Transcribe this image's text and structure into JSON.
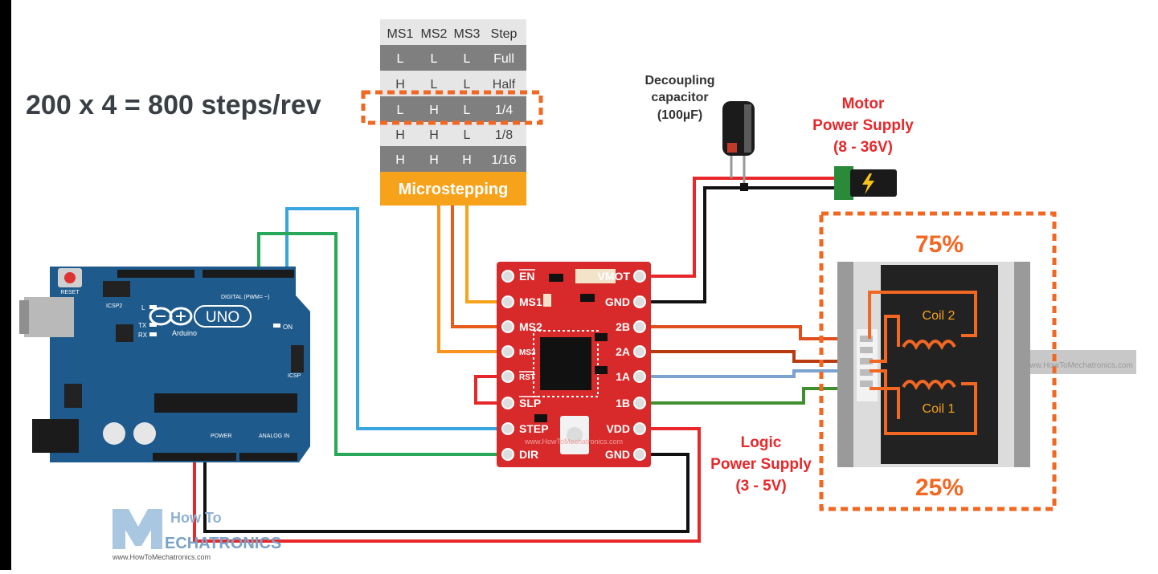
{
  "formula": "200 x 4 = 800 steps/rev",
  "microstep_table": {
    "headers": [
      "MS1",
      "MS2",
      "MS3",
      "Step"
    ],
    "rows": [
      [
        "L",
        "L",
        "L",
        "Full"
      ],
      [
        "H",
        "L",
        "L",
        "Half"
      ],
      [
        "L",
        "H",
        "L",
        "1/4"
      ],
      [
        "H",
        "H",
        "L",
        "1/8"
      ],
      [
        "H",
        "H",
        "H",
        "1/16"
      ]
    ],
    "highlighted_row": 2,
    "footer": "Microstepping"
  },
  "capacitor": {
    "line1": "Decoupling",
    "line2": "capacitor",
    "line3": "(100µF)"
  },
  "motor_supply": {
    "line1": "Motor",
    "line2": "Power Supply",
    "line3": "(8 - 36V)"
  },
  "logic_supply": {
    "line1": "Logic",
    "line2": "Power Supply",
    "line3": "(3 - 5V)"
  },
  "driver_pins": {
    "left": [
      "EN",
      "MS1",
      "MS2",
      "MS3",
      "RST",
      "SLP",
      "STEP",
      "DIR"
    ],
    "right": [
      "VMOT",
      "GND",
      "2B",
      "2A",
      "1A",
      "1B",
      "VDD",
      "GND"
    ]
  },
  "motor": {
    "coil2": "Coil 2",
    "coil1": "Coil 1",
    "top_pct": "75%",
    "bottom_pct": "25%"
  },
  "arduino": {
    "brand": "Arduino",
    "model": "UNO",
    "reset": "RESET",
    "icsp2": "ICSP2",
    "icsp": "ICSP",
    "digital": "DIGITAL (PWM= ~)",
    "power": "POWER",
    "analog": "ANALOG IN",
    "led_l": "L",
    "led_tx": "TX",
    "led_rx": "RX",
    "on": "ON"
  },
  "watermark": {
    "logo_top": "How To",
    "logo_bottom": "ECHATRONICS",
    "url": "www.HowToMechatronics.com"
  },
  "colors": {
    "orange": "#f26722",
    "red": "#e8272a",
    "board_blue": "#1e5a8c",
    "driver_red": "#d82a2a",
    "table_gray": "#808080",
    "wire_blue": "#3aa6df",
    "wire_green": "#28a85a"
  }
}
